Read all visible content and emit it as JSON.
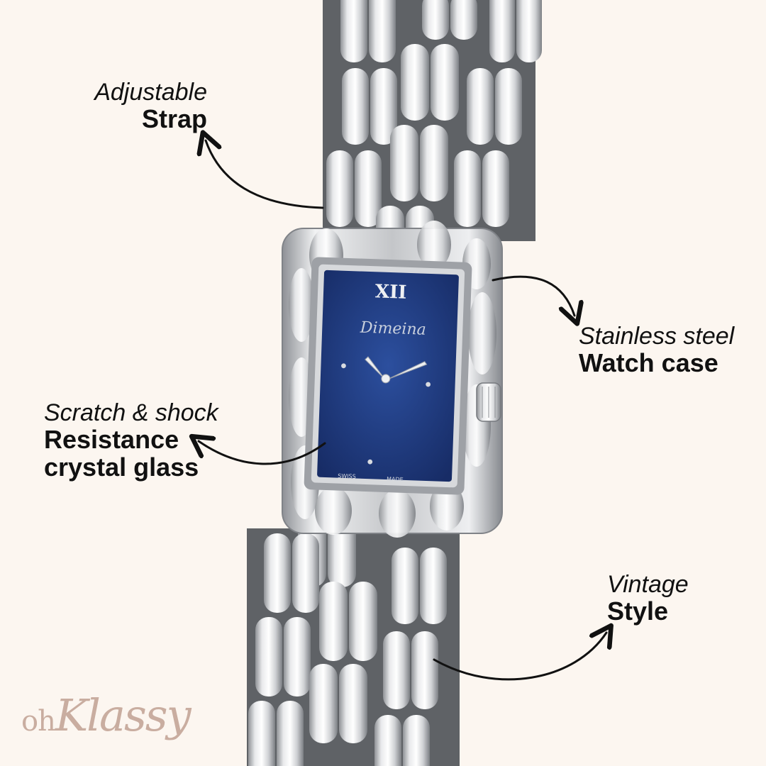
{
  "callouts": {
    "strap": {
      "light": "Adjustable",
      "bold": "Strap"
    },
    "case": {
      "light": "Stainless steel",
      "bold": "Watch case"
    },
    "glass": {
      "light": "Scratch & shock",
      "bold1": "Resistance",
      "bold2": "crystal glass"
    },
    "style": {
      "light": "Vintage",
      "bold": "Style"
    }
  },
  "dial": {
    "numeral": "XII",
    "brand": "Dimeina",
    "swiss": "SWISS",
    "made": "MADE",
    "color": "#1f3b82"
  },
  "logo": {
    "prefix": "oh",
    "name": "Klassy",
    "color": "#c9ada0"
  },
  "colors": {
    "background": "#fcf6f0",
    "metal": "#c7c9cc"
  }
}
